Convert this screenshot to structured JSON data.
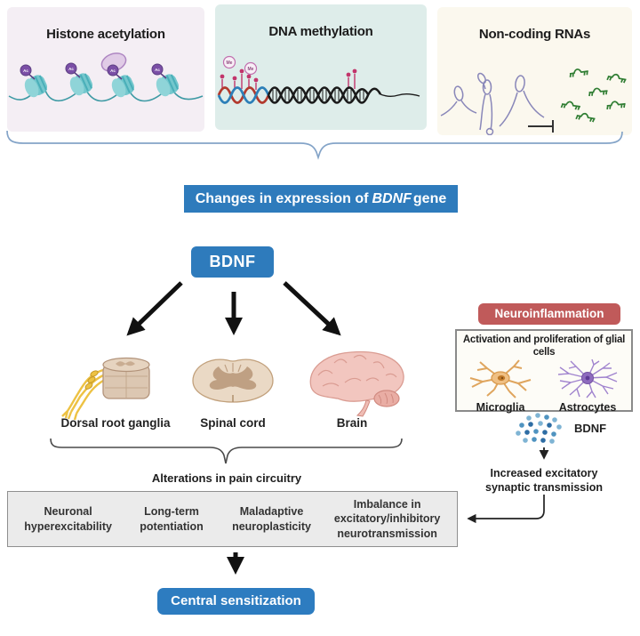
{
  "panels": {
    "histone": {
      "title": "Histone acetylation",
      "acetyl_tag": "Ac"
    },
    "dna": {
      "title": "DNA methylation",
      "methyl_tag": "Me"
    },
    "ncrna": {
      "title": "Non-coding RNAs"
    }
  },
  "flow": {
    "changes_prefix": "Changes in expression of",
    "changes_gene": "BDNF",
    "changes_suffix": "gene",
    "bdnf_label": "BDNF",
    "targets": [
      {
        "label": "Dorsal root ganglia"
      },
      {
        "label": "Spinal cord"
      },
      {
        "label": "Brain"
      }
    ],
    "alterations_label": "Alterations in pain circuitry",
    "consequences": [
      "Neuronal hyperexcitability",
      "Long-term potentiation",
      "Maladaptive neuroplasticity",
      "Imbalance in excitatory/inhibitory neurotransmission"
    ],
    "central_label": "Central sensitization"
  },
  "neuroinflammation": {
    "title": "Neuroinflammation",
    "glial_caption": "Activation and proliferation of glial cells",
    "cells": [
      {
        "label": "Microglia"
      },
      {
        "label": "Astrocytes"
      }
    ],
    "bdnf_label": "BDNF",
    "transmission_label": "Increased excitatory synaptic transmission"
  },
  "colors": {
    "accent_blue": "#2E7BBC",
    "central_blue": "#2D7CC0",
    "neuro_red": "#C05A5A",
    "panel_histone_bg": "#F4EEF4",
    "panel_dna_bg": "#DEEDEA",
    "panel_ncrna_bg": "#FBF8EE",
    "gray_box_bg": "#EBEBEB",
    "brace_blue": "#84A4C8",
    "nucleosome_teal": "#74C7CD",
    "acetyl_purple": "#7B4FA6",
    "methyl_pink": "#C2356B",
    "mrna_green": "#2F7D32",
    "microglia_orange": "#EFBF83",
    "astrocyte_purple": "#8E6BBE"
  }
}
